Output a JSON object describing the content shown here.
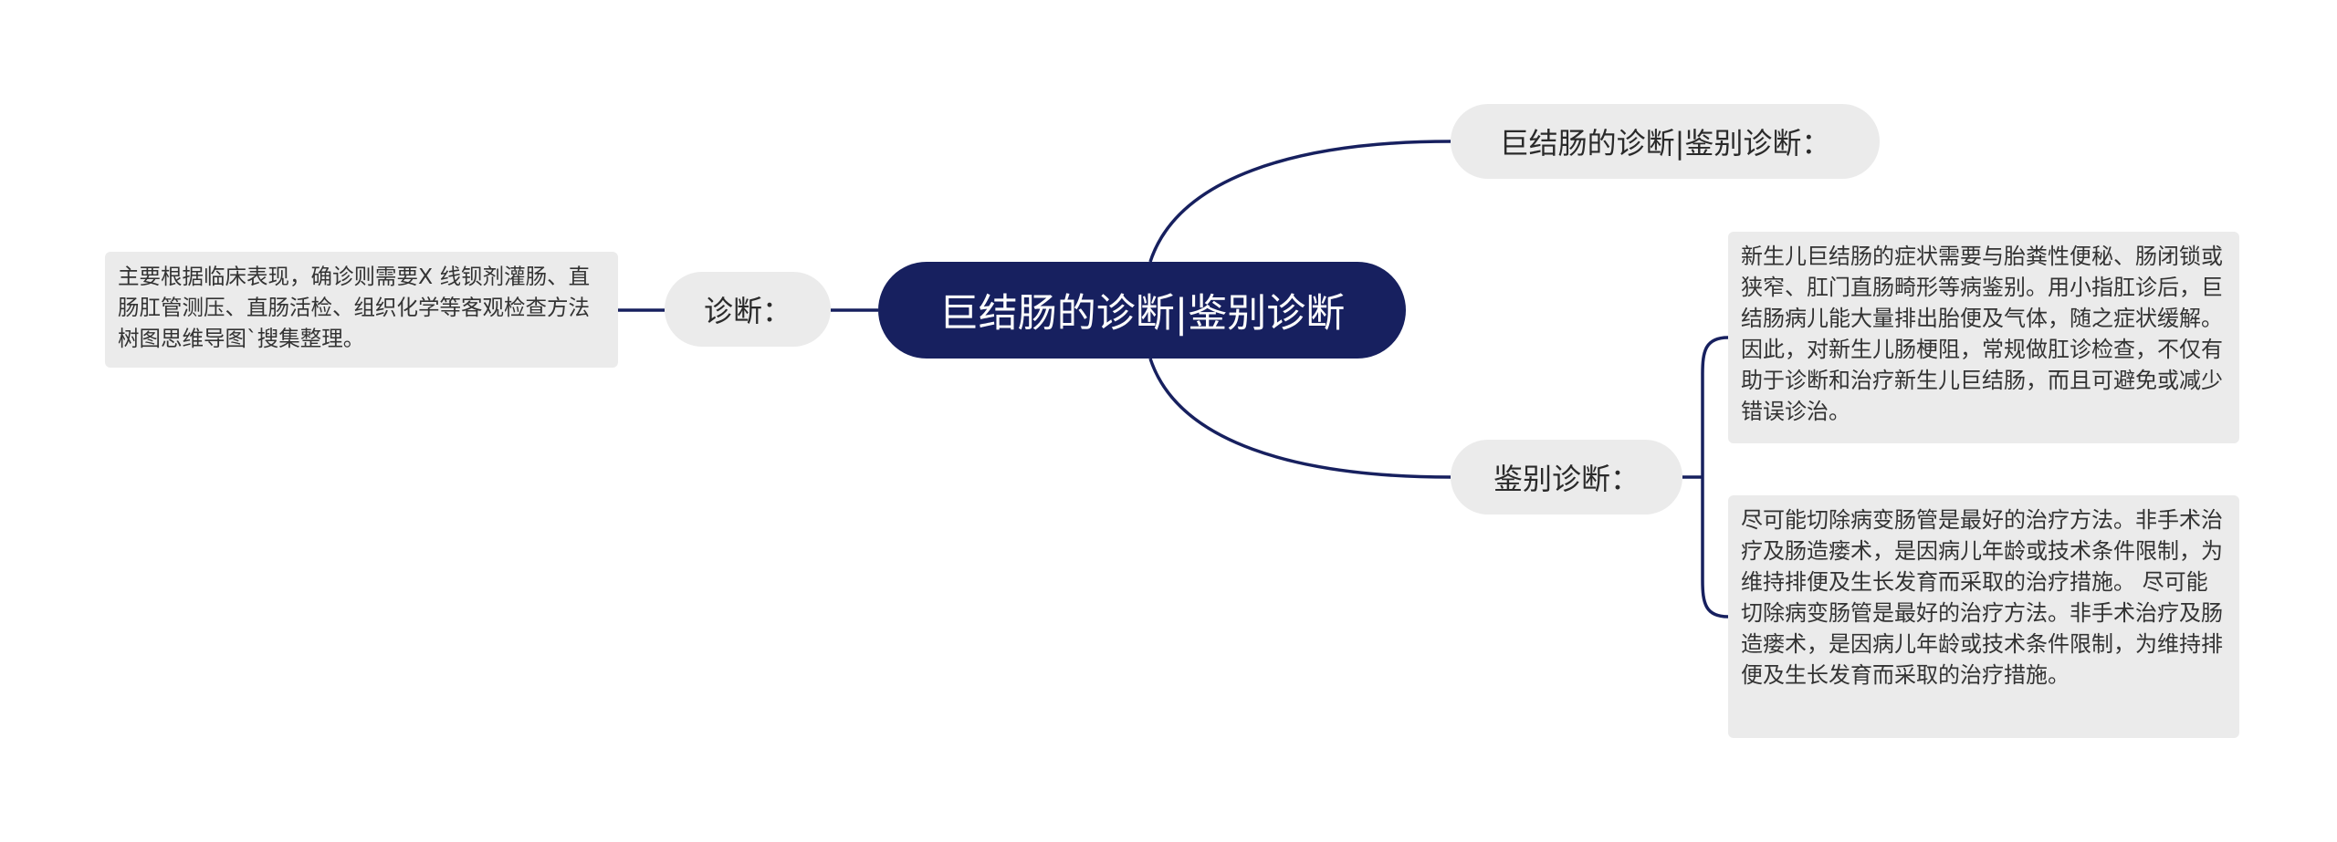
{
  "mindmap": {
    "root": "巨结肠的诊断|鉴别诊断",
    "branches": {
      "top": {
        "label": "巨结肠的诊断|鉴别诊断："
      },
      "right": {
        "label": "鉴别诊断：",
        "details": [
          "新生儿巨结肠的症状需要与胎粪性便秘、肠闭锁或狭窄、肛门直肠畸形等病鉴别。用小指肛诊后，巨结肠病儿能大量排出胎便及气体，随之症状缓解。因此，对新生儿肠梗阻，常规做肛诊检查，不仅有助于诊断和治疗新生儿巨结肠，而且可避免或减少错误诊治。",
          "尽可能切除病变肠管是最好的治疗方法。非手术治疗及肠造瘘术，是因病儿年龄或技术条件限制，为维持排便及生长发育而采取的治疗措施。 尽可能切除病变肠管是最好的治疗方法。非手术治疗及肠造瘘术，是因病儿年龄或技术条件限制，为维持排便及生长发育而采取的治疗措施。"
        ]
      },
      "left": {
        "label": "诊断：",
        "detail": "主要根据临床表现，确诊则需要X 线钡剂灌肠、直肠肛管测压、直肠活检、组织化学等客观检查方法树图思维导图`搜集整理。"
      }
    },
    "colors": {
      "root_fill": "#17205f",
      "connector": "#17205f",
      "node_fill": "#ebebeb"
    }
  }
}
